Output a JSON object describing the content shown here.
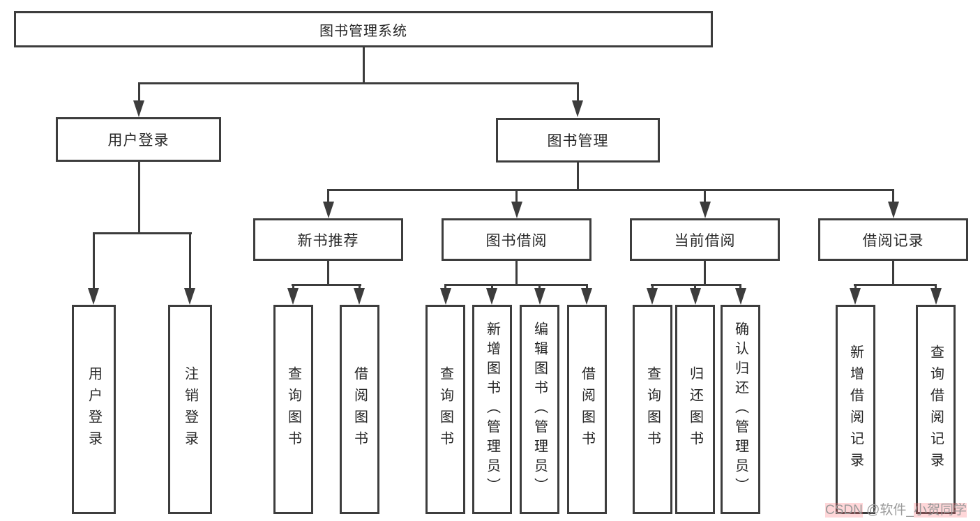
{
  "diagram": {
    "root": {
      "label": "图书管理系统"
    },
    "level2": [
      {
        "label": "用户登录"
      },
      {
        "label": "图书管理"
      }
    ],
    "level3": [
      {
        "label": "新书推荐"
      },
      {
        "label": "图书借阅"
      },
      {
        "label": "当前借阅"
      },
      {
        "label": "借阅记录"
      }
    ],
    "leaves": [
      {
        "parent": "用户登录",
        "label": "用户登录"
      },
      {
        "parent": "用户登录",
        "label": "注销登录"
      },
      {
        "parent": "新书推荐",
        "label": "查询图书"
      },
      {
        "parent": "新书推荐",
        "label": "借阅图书"
      },
      {
        "parent": "图书借阅",
        "label": "查询图书"
      },
      {
        "parent": "图书借阅",
        "label": "新增图书（管理员）"
      },
      {
        "parent": "图书借阅",
        "label": "编辑图书（管理员）"
      },
      {
        "parent": "图书借阅",
        "label": "借阅图书"
      },
      {
        "parent": "当前借阅",
        "label": "查询图书"
      },
      {
        "parent": "当前借阅",
        "label": "归还图书"
      },
      {
        "parent": "当前借阅",
        "label": "确认归还（管理员）"
      },
      {
        "parent": "借阅记录",
        "label": "新增借阅记录"
      },
      {
        "parent": "借阅记录",
        "label": "查询借阅记录"
      }
    ],
    "colors": {
      "line": "#3c3c3c",
      "text": "#262626",
      "background": "#ffffff",
      "watermark_text": "#9a9a9a",
      "watermark_highlight": "#ff6e78"
    }
  },
  "watermark": {
    "parts": [
      {
        "text": "CSDN",
        "highlighted": true
      },
      {
        "text": " @软件_",
        "highlighted": false
      },
      {
        "text": "小贺同学",
        "highlighted": true
      }
    ]
  }
}
